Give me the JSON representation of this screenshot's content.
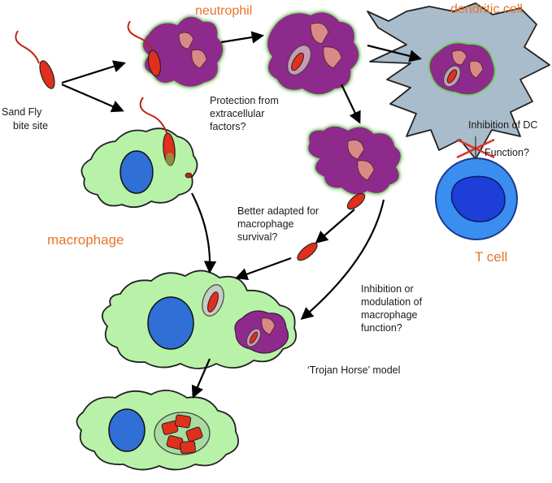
{
  "labels": {
    "sand_fly_line1": "Sand Fly",
    "sand_fly_line2": "bite site",
    "neutrophil": "neutrophil",
    "dendritic_cell": "dendritic cell",
    "macrophage": "macrophage",
    "t_cell": "T cell",
    "protection_line1": "Protection from",
    "protection_line2": "extracellular",
    "protection_line3": "factors?",
    "inhibition_dc_line1": "Inhibition of DC",
    "inhibition_dc_line2": "Function?",
    "better_line1": "Better adapted for",
    "better_line2": "macrophage",
    "better_line3": "survival?",
    "inhibition_mac_line1": "Inhibition or",
    "inhibition_mac_line2": "modulation of",
    "inhibition_mac_line3": "macrophage",
    "inhibition_mac_line4": "function?",
    "trojan": "‘Trojan Horse’ model"
  },
  "colors": {
    "label_orange": "#e8742a",
    "neutrophil_purple": "#8e2a8c",
    "macrophage_green": "#b8f2a8",
    "dendritic_blue": "#a9bccb",
    "nucleus_blue": "#2f6fd6",
    "parasite_red": "#e0301c",
    "granule_pink": "#d98a86",
    "inhibition_x": "#e0302a"
  }
}
